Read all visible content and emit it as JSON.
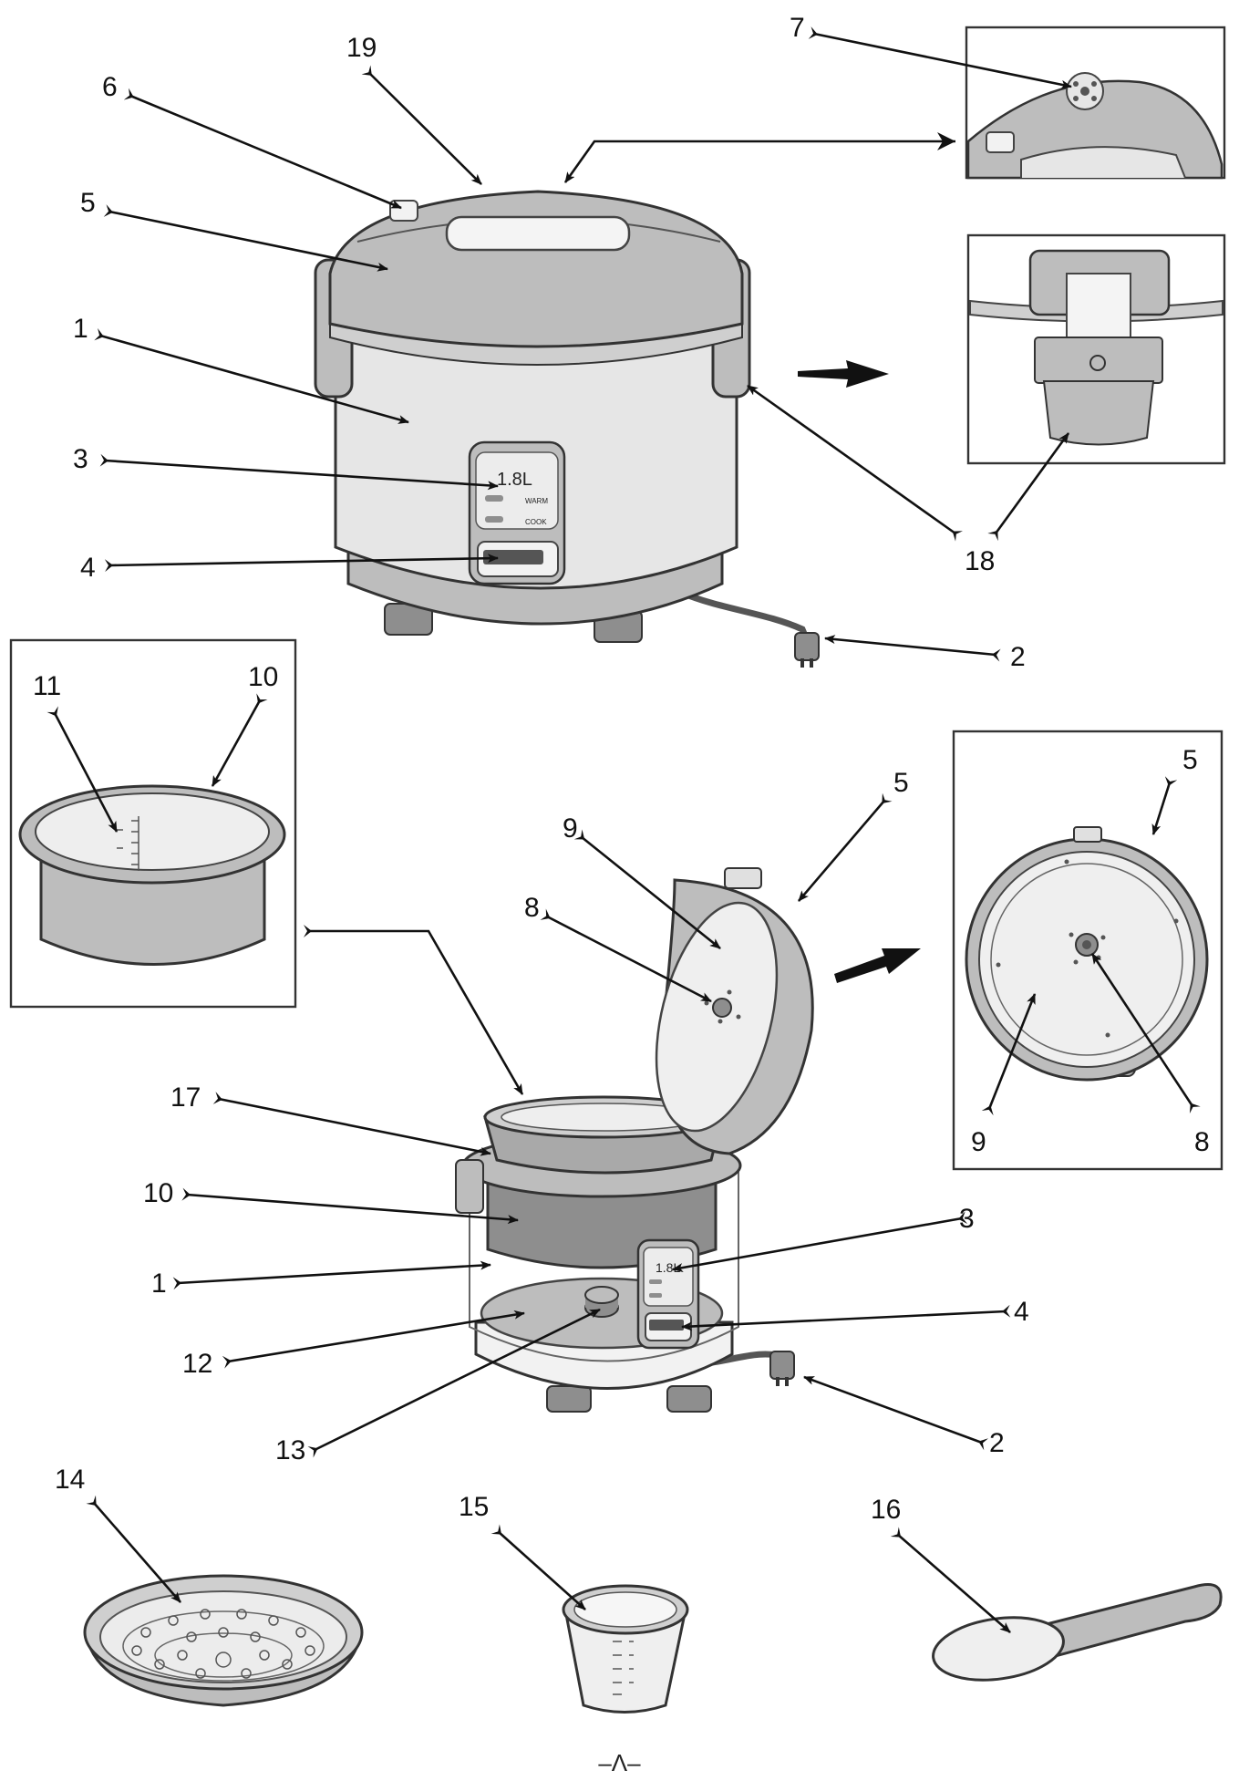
{
  "product_labels": {
    "capacity_main": "1.8L",
    "warm": "WARM",
    "cook": "COOK",
    "capacity_small": "1.8L"
  },
  "callouts": {
    "c1a": "1",
    "c1b": "1",
    "c2a": "2",
    "c2b": "2",
    "c3a": "3",
    "c3b": "3",
    "c4a": "4",
    "c4b": "4",
    "c5a": "5",
    "c5b": "5",
    "c5c": "5",
    "c6": "6",
    "c7": "7",
    "c8a": "8",
    "c8b": "8",
    "c9a": "9",
    "c9b": "9",
    "c10a": "10",
    "c10b": "10",
    "c11": "11",
    "c12": "12",
    "c13": "13",
    "c14": "14",
    "c15": "15",
    "c16": "16",
    "c17": "17",
    "c18": "18",
    "c19": "19"
  },
  "page_number": "–Λ–"
}
